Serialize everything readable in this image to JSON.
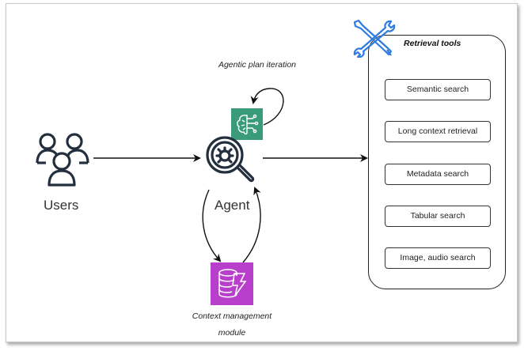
{
  "diagram": {
    "nodes": {
      "users": {
        "label": "Users",
        "icon": "users-icon"
      },
      "agent": {
        "label": "Agent",
        "icon": "magnifier-bug-icon"
      },
      "plan": {
        "label": "Agentic plan iteration",
        "icon": "brain-circuit-icon",
        "color": "#3a9b7a"
      },
      "context": {
        "label": "Context management module",
        "icon": "database-lightning-icon",
        "color": "#b83fcc"
      },
      "tools": {
        "title": "Retrieval tools",
        "icon": "wrench-screwdriver-icon",
        "icon_color": "#2f7be0",
        "items": [
          {
            "label": "Semantic search"
          },
          {
            "label": "Long context retrieval"
          },
          {
            "label": "Metadata search"
          },
          {
            "label": "Tabular search"
          },
          {
            "label": "Image, audio search"
          }
        ]
      }
    },
    "edges": [
      {
        "from": "users",
        "to": "agent"
      },
      {
        "from": "agent",
        "to": "tools"
      },
      {
        "from": "plan",
        "to": "plan",
        "kind": "self-loop"
      },
      {
        "from": "agent",
        "to": "context"
      },
      {
        "from": "context",
        "to": "agent"
      }
    ]
  }
}
